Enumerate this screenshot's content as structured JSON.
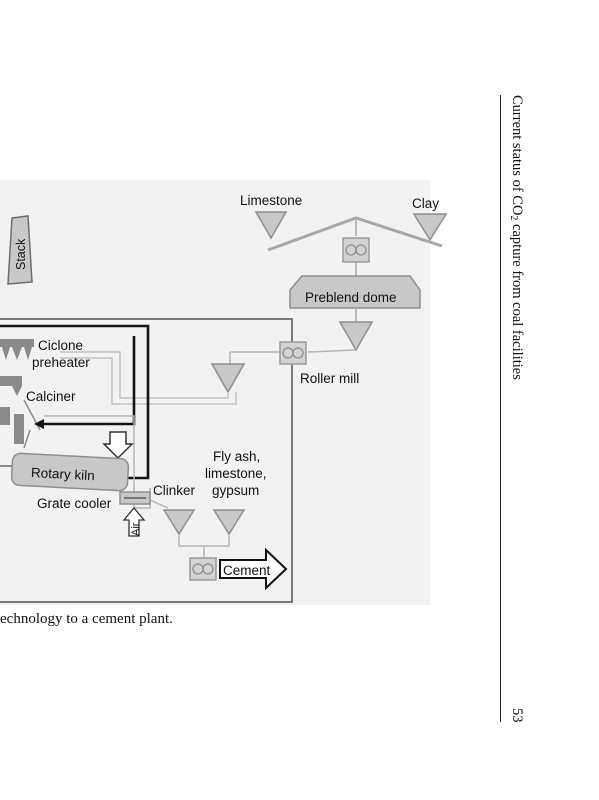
{
  "figure": {
    "labels": {
      "limestone": "Limestone",
      "clay": "Clay",
      "preblend_dome": "Preblend dome",
      "roller_mill": "Roller mill",
      "stack": "Stack",
      "ciclone_line1": "Ciclone",
      "ciclone_line2": "preheater",
      "calciner": "Calciner",
      "rotary_kiln": "Rotary kiln",
      "grate_cooler": "Grate cooler",
      "clinker": "Clinker",
      "air": "Air",
      "fly_ash_line1": "Fly ash,",
      "fly_ash_line2": "limestone,",
      "fly_ash_line3": "gypsum",
      "cement": "Cement"
    }
  },
  "caption": "echnology to a cement plant.",
  "running_head": {
    "before_sub": "Current status of CO",
    "sub": "2",
    "after_sub": " capture from coal facilities"
  },
  "page_number": "53"
}
